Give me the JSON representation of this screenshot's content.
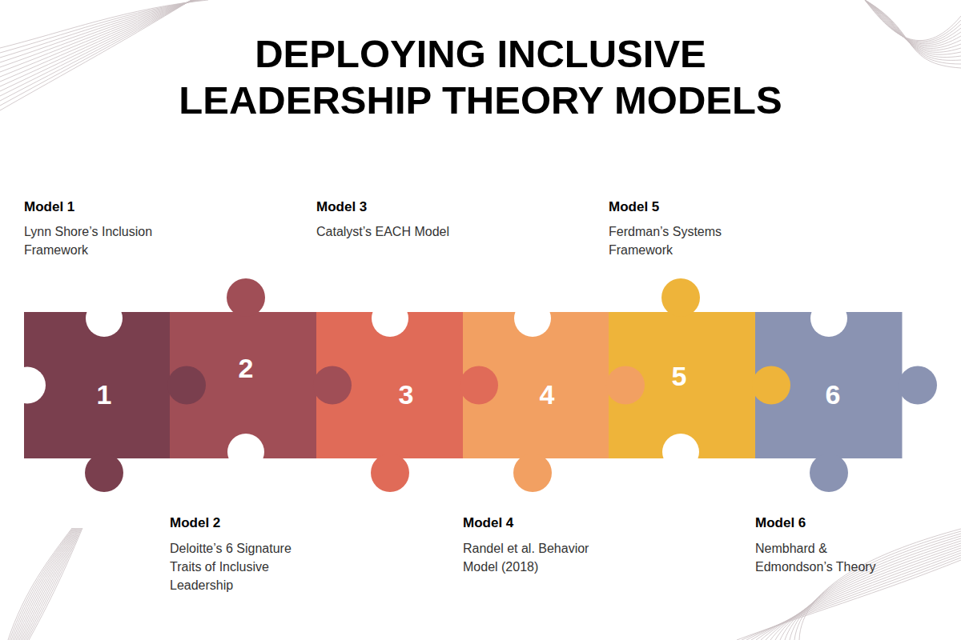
{
  "diagram": {
    "title": "DEPLOYING INCLUSIVE LEADERSHIP THEORY MODELS",
    "nodes": [
      {
        "text": [
          "Model 1",
          "Lynn Shore’s Inclusion Framework",
          "1"
        ]
      },
      {
        "text": [
          "Model 2",
          "Deloitte’s 6 Signature Traits of Inclusive Leadership",
          "2"
        ]
      },
      {
        "text": [
          "Model 3",
          "Catalyst’s EACH Model",
          "3"
        ]
      },
      {
        "text": [
          "Model 4",
          "Randel et al. Behavior Model (2018)",
          "4"
        ]
      },
      {
        "text": [
          "Model 5",
          "Ferdman’s Systems Framework",
          "5"
        ]
      },
      {
        "text": [
          "Model 6",
          "Nembhard & Edmondson’s Theory",
          "6"
        ]
      }
    ]
  }
}
